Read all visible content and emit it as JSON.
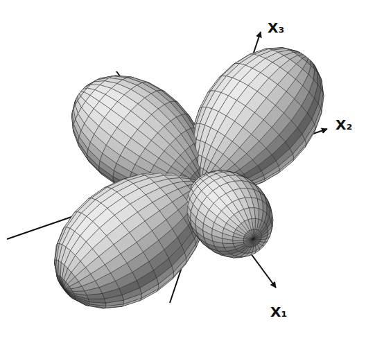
{
  "diagram": {
    "labels": [
      "X₃",
      "X₂",
      "X₁"
    ]
  }
}
